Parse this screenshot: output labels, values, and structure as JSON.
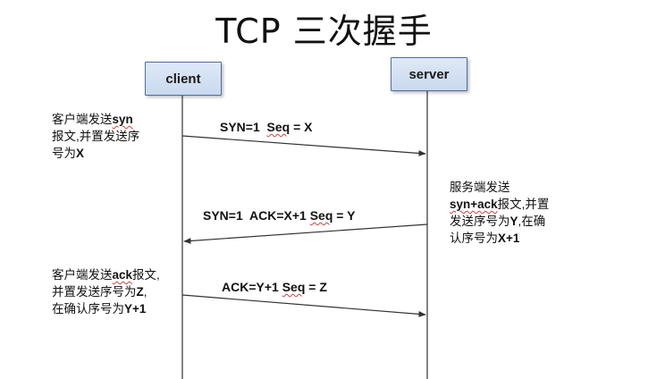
{
  "title": "TCP 三次握手",
  "actors": {
    "client": "client",
    "server": "server"
  },
  "notes": {
    "client_send": {
      "line1_prefix": "客户端发送",
      "line1_keyword": "syn",
      "line2": "报文,并置发送序",
      "line3_prefix": "号为",
      "line3_value": "X"
    },
    "server_send": {
      "line1": "服务端发送",
      "line2_keyword": "syn+ack",
      "line2_suffix": "报文,并置",
      "line3_prefix": "发送序号为",
      "line3_value": "Y",
      "line3_suffix": ",在确",
      "line4_prefix": "认序号为",
      "line4_value": "X+1"
    },
    "client_ack": {
      "line1_prefix": "客户端发送",
      "line1_keyword": "ack",
      "line1_suffix": "报文,",
      "line2_prefix": "并置发送序号为",
      "line2_value": "Z",
      "line2_suffix": ",",
      "line3_prefix": "在确认序号为",
      "line3_value": "Y+1"
    }
  },
  "messages": {
    "m1": {
      "prefix": "SYN=1  ",
      "seq_word": "Seq",
      "suffix": " = X"
    },
    "m2": {
      "prefix": "SYN=1  ACK=X+1 ",
      "seq_word": "Seq",
      "suffix": " = Y"
    },
    "m3": {
      "prefix": "ACK=Y+1 ",
      "seq_word": "Seq",
      "suffix": " = Z"
    }
  },
  "colors": {
    "line": "#333333",
    "box_border": "#4d6f9c",
    "box_fill": "#d6e3f4",
    "spell_underline": "#d04040"
  }
}
